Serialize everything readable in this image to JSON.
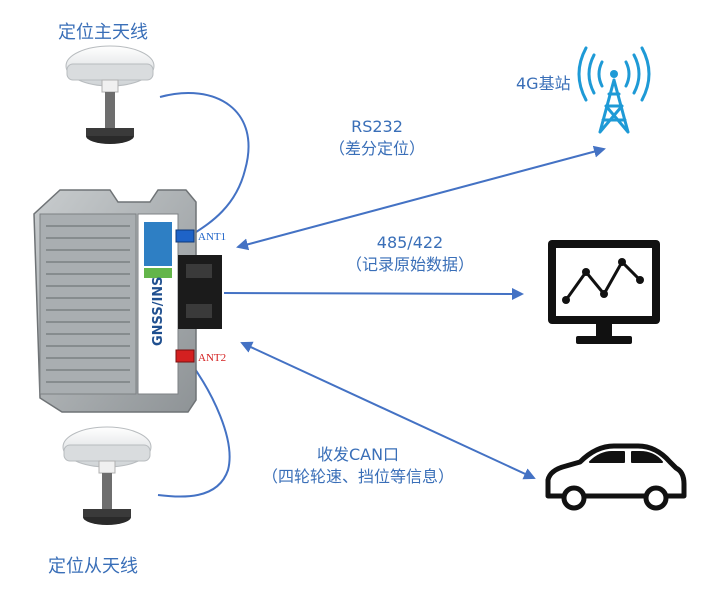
{
  "antennas": {
    "main_label": "定位主天线",
    "secondary_label": "定位从天线"
  },
  "device": {
    "side_text": "GNSS/INS",
    "ports": {
      "ant1": "ANT1",
      "ant2": "ANT2"
    }
  },
  "links": {
    "rs232": {
      "line1": "RS232",
      "line2": "（差分定位）"
    },
    "rs485": {
      "line1": "485/422",
      "line2": "（记录原始数据）"
    },
    "can": {
      "line1": "收发CAN口",
      "line2": "（四轮轮速、挡位等信息）"
    }
  },
  "targets": {
    "base_station_label": "4G基站"
  },
  "colors": {
    "line": "#4472c4",
    "text": "#3a6fb8",
    "ant1_port": "#1e63c8",
    "ant2_port": "#d42020",
    "icon_stroke": "#111111",
    "tower_blue": "#1e9ad6"
  },
  "icons": [
    "antenna-main-icon",
    "antenna-secondary-icon",
    "gnss-ins-device-icon",
    "cell-tower-icon",
    "monitor-chart-icon",
    "car-icon"
  ]
}
